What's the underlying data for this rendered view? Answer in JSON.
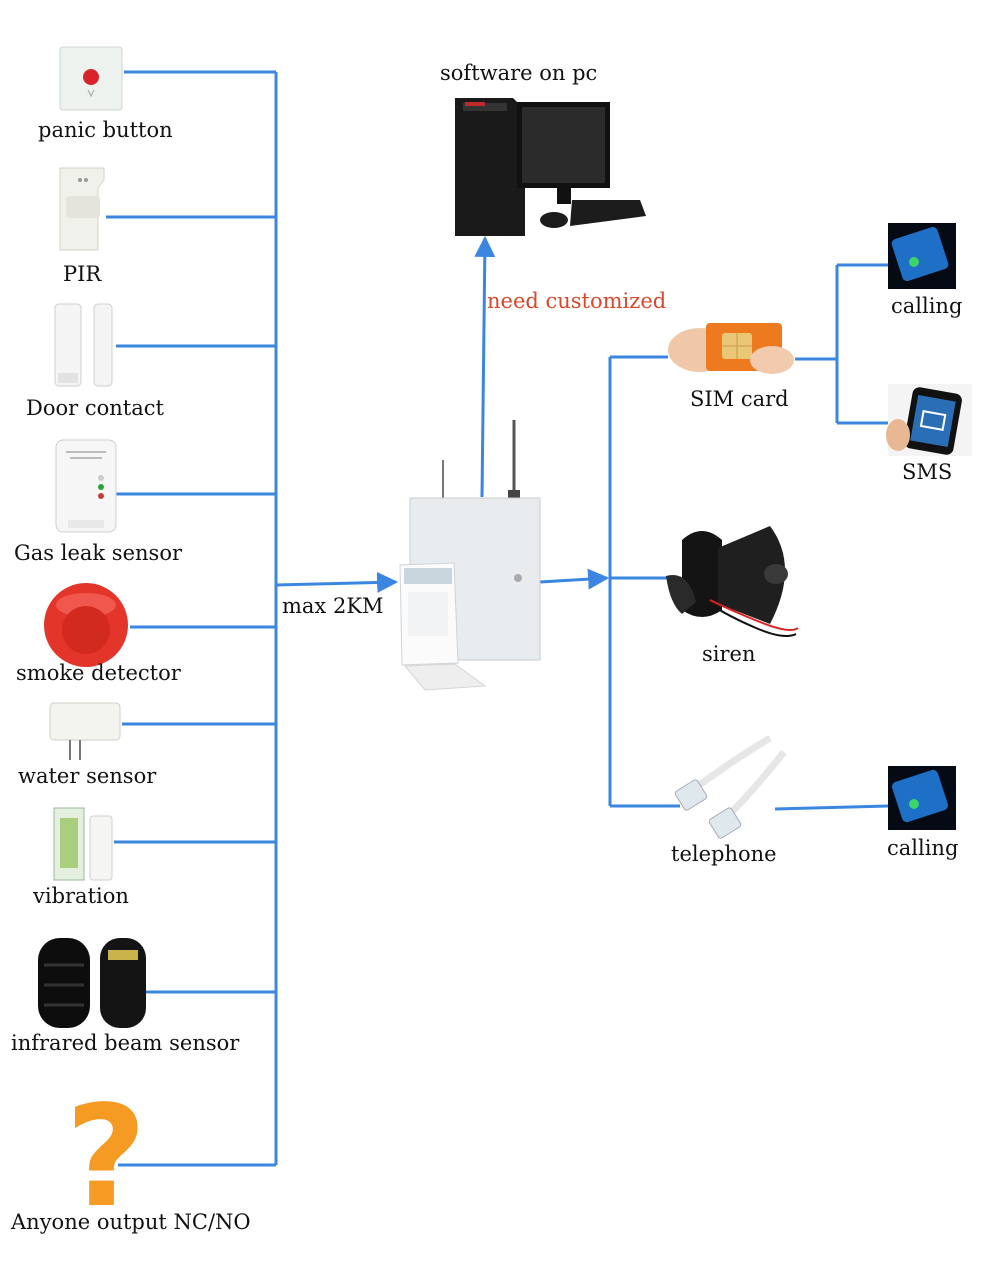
{
  "colors": {
    "line": "#3a86e0",
    "accent_red": "#d9482b",
    "panel": "#e9ecee"
  },
  "inputs": [
    {
      "label": "panic button",
      "icon": "panic-button-icon"
    },
    {
      "label": "PIR",
      "icon": "pir-sensor-icon"
    },
    {
      "label": "Door contact",
      "icon": "door-contact-icon"
    },
    {
      "label": "Gas leak sensor",
      "icon": "gas-sensor-icon"
    },
    {
      "label": "smoke detector",
      "icon": "smoke-detector-icon"
    },
    {
      "label": "water sensor",
      "icon": "water-sensor-icon"
    },
    {
      "label": "vibration",
      "icon": "vibration-sensor-icon"
    },
    {
      "label": "infrared beam sensor",
      "icon": "infrared-beam-icon"
    },
    {
      "label": "Anyone output NC/NO",
      "icon": "question-mark-icon"
    }
  ],
  "links": {
    "distance": "max 2KM",
    "pc_note": "need customized"
  },
  "pc": {
    "label": "software on pc",
    "icon": "desktop-pc-icon"
  },
  "panel": {
    "icon": "alarm-panel-icon"
  },
  "outputs": {
    "sim": {
      "label": "SIM card",
      "icon": "sim-card-icon"
    },
    "calling_1": {
      "label": "calling",
      "icon": "smartphone-call-icon"
    },
    "sms": {
      "label": "SMS",
      "icon": "smartphone-sms-icon"
    },
    "siren": {
      "label": "siren",
      "icon": "siren-icon"
    },
    "telephone": {
      "label": "telephone",
      "icon": "telephone-cable-icon"
    },
    "calling_2": {
      "label": "calling",
      "icon": "smartphone-call-icon"
    }
  }
}
